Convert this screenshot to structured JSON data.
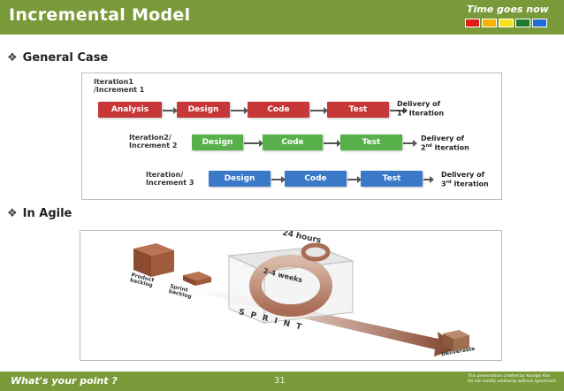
{
  "header": {
    "title": "Incremental Model",
    "tagline": "Time goes now",
    "swatch_colors": [
      "#e21b1b",
      "#f5b400",
      "#f7e41e",
      "#1e7b2e",
      "#1f6dd6"
    ]
  },
  "sections": [
    {
      "label": "General Case"
    },
    {
      "label": "In Agile"
    }
  ],
  "general_case": {
    "iterations": [
      {
        "label": "Iteration1\n/Increment 1",
        "steps": [
          "Analysis",
          "Design",
          "Code",
          "Test"
        ],
        "delivery": {
          "line1": "Delivery of",
          "ordinal": "1",
          "suffix": "st",
          "line2": "Iteration"
        },
        "color": "#c83737"
      },
      {
        "label": "Iteration2/\nIncrement 2",
        "steps": [
          "Design",
          "Code",
          "Test"
        ],
        "delivery": {
          "line1": "Delivery of",
          "ordinal": "2",
          "suffix": "nd",
          "line2": "Iteration"
        },
        "color": "#58b04a"
      },
      {
        "label": "Iteration/\nIncrement 3",
        "steps": [
          "Design",
          "Code",
          "Test"
        ],
        "delivery": {
          "line1": "Delivery of",
          "ordinal": "3",
          "suffix": "rd",
          "line2": "Iteration"
        },
        "color": "#3a78c8"
      }
    ]
  },
  "agile": {
    "hours": "24 hours",
    "weeks": "2-4 weeks",
    "sprint": "S P R I N T",
    "product_backlog": "Product backlog",
    "sprint_backlog": "Sprint backlog",
    "deliverable": "Deliverable"
  },
  "footer": {
    "left": "What's your point ?",
    "page_number": "31",
    "note_line1": "This presentation created by Youngki Kim",
    "note_line2": "Do not modify arbitrarily without agreement"
  }
}
